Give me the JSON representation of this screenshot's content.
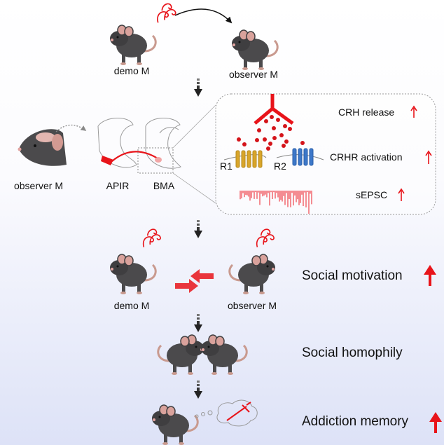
{
  "top": {
    "demo_label": "demo M",
    "observer_label": "observer M"
  },
  "circuit": {
    "observer_label": "observer M",
    "region1": "APIR",
    "region2": "BMA"
  },
  "inset": {
    "receptor1": "R1",
    "receptor2": "R2",
    "effects": [
      {
        "label": "CRH release",
        "direction": "up"
      },
      {
        "label": "CRHR activation",
        "direction": "up"
      },
      {
        "label": "sEPSC",
        "direction": "up"
      }
    ]
  },
  "interaction": {
    "demo_label": "demo M",
    "observer_label": "observer M"
  },
  "outcomes": [
    {
      "label": "Social motivation",
      "direction": "up"
    },
    {
      "label": "Social homophily"
    },
    {
      "label": "Addiction memory",
      "direction": "up"
    }
  ],
  "colors": {
    "accent": "#e8141a",
    "mouse": "#4b4a4c",
    "ear": "#d9a29c",
    "r1": "#d9a52a",
    "r2": "#3d78c9",
    "arrow": "#222222"
  }
}
